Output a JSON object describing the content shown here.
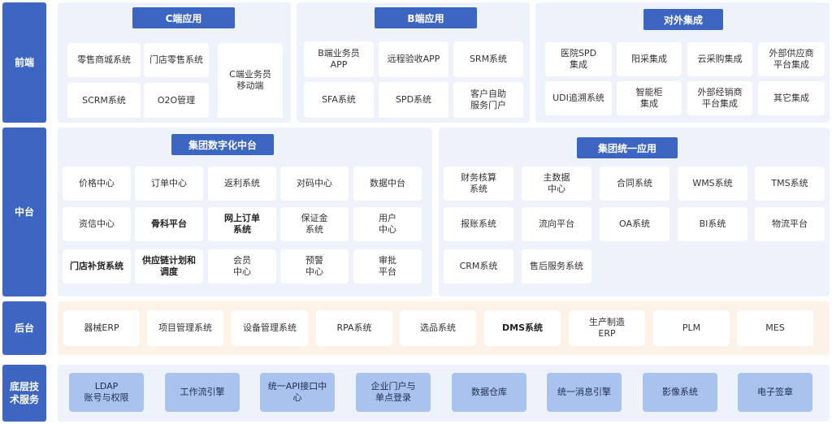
{
  "rows": {
    "front": "前端",
    "middle": "中台",
    "back": "后台",
    "base": "底层技\n术服务"
  },
  "front": {
    "c_title": "C端应用",
    "c_items": [
      "零售商城系统",
      "门店零售系统",
      "C端业务员\n移动端",
      "SCRM系统",
      "O2O管理"
    ],
    "b_title": "B端应用",
    "b_items": [
      "B端业务员\nAPP",
      "远程验收APP",
      "SRM系统",
      "SFA系统",
      "SPD系统",
      "客户自助\n服务门户"
    ],
    "ext_title": "对外集成",
    "ext_items": [
      "医院SPD\n集成",
      "阳采集成",
      "云采购集成",
      "外部供应商\n平台集成",
      "UDI追溯系统",
      "智能柜\n集成",
      "外部经销商\n平台集成",
      "其它集成"
    ]
  },
  "middle": {
    "group_title": "集团数字化中台",
    "group_items": [
      "价格中心",
      "订单中心",
      "返利系统",
      "对码中心",
      "数据中台",
      "资信中心",
      "骨科平台",
      "网上订单\n系统",
      "保证金\n系统",
      "用户\n中心",
      "门店补货系统",
      "供应链计划和\n调度",
      "会员\n中心",
      "预警\n中心",
      "审批\n平台"
    ],
    "unified_title": "集团统一应用",
    "unified_items": [
      "财务核算\n系统",
      "主数据\n中心",
      "合同系统",
      "WMS系统",
      "TMS系统",
      "报账系统",
      "流向平台",
      "OA系统",
      "BI系统",
      "物流平台",
      "CRM系统",
      "售后服务系统"
    ]
  },
  "back": {
    "items": [
      "器械ERP",
      "项目管理系统",
      "设备管理系统",
      "RPA系统",
      "选品系统",
      "DMS系统",
      "生产制造\nERP",
      "PLM",
      "MES"
    ]
  },
  "base": {
    "items": [
      "LDAP\n账号与权限",
      "工作流引擎",
      "统一API接口中\n心",
      "企业门户与\n单点登录",
      "数据仓库",
      "统一消息引擎",
      "影像系统",
      "电子签章"
    ]
  }
}
